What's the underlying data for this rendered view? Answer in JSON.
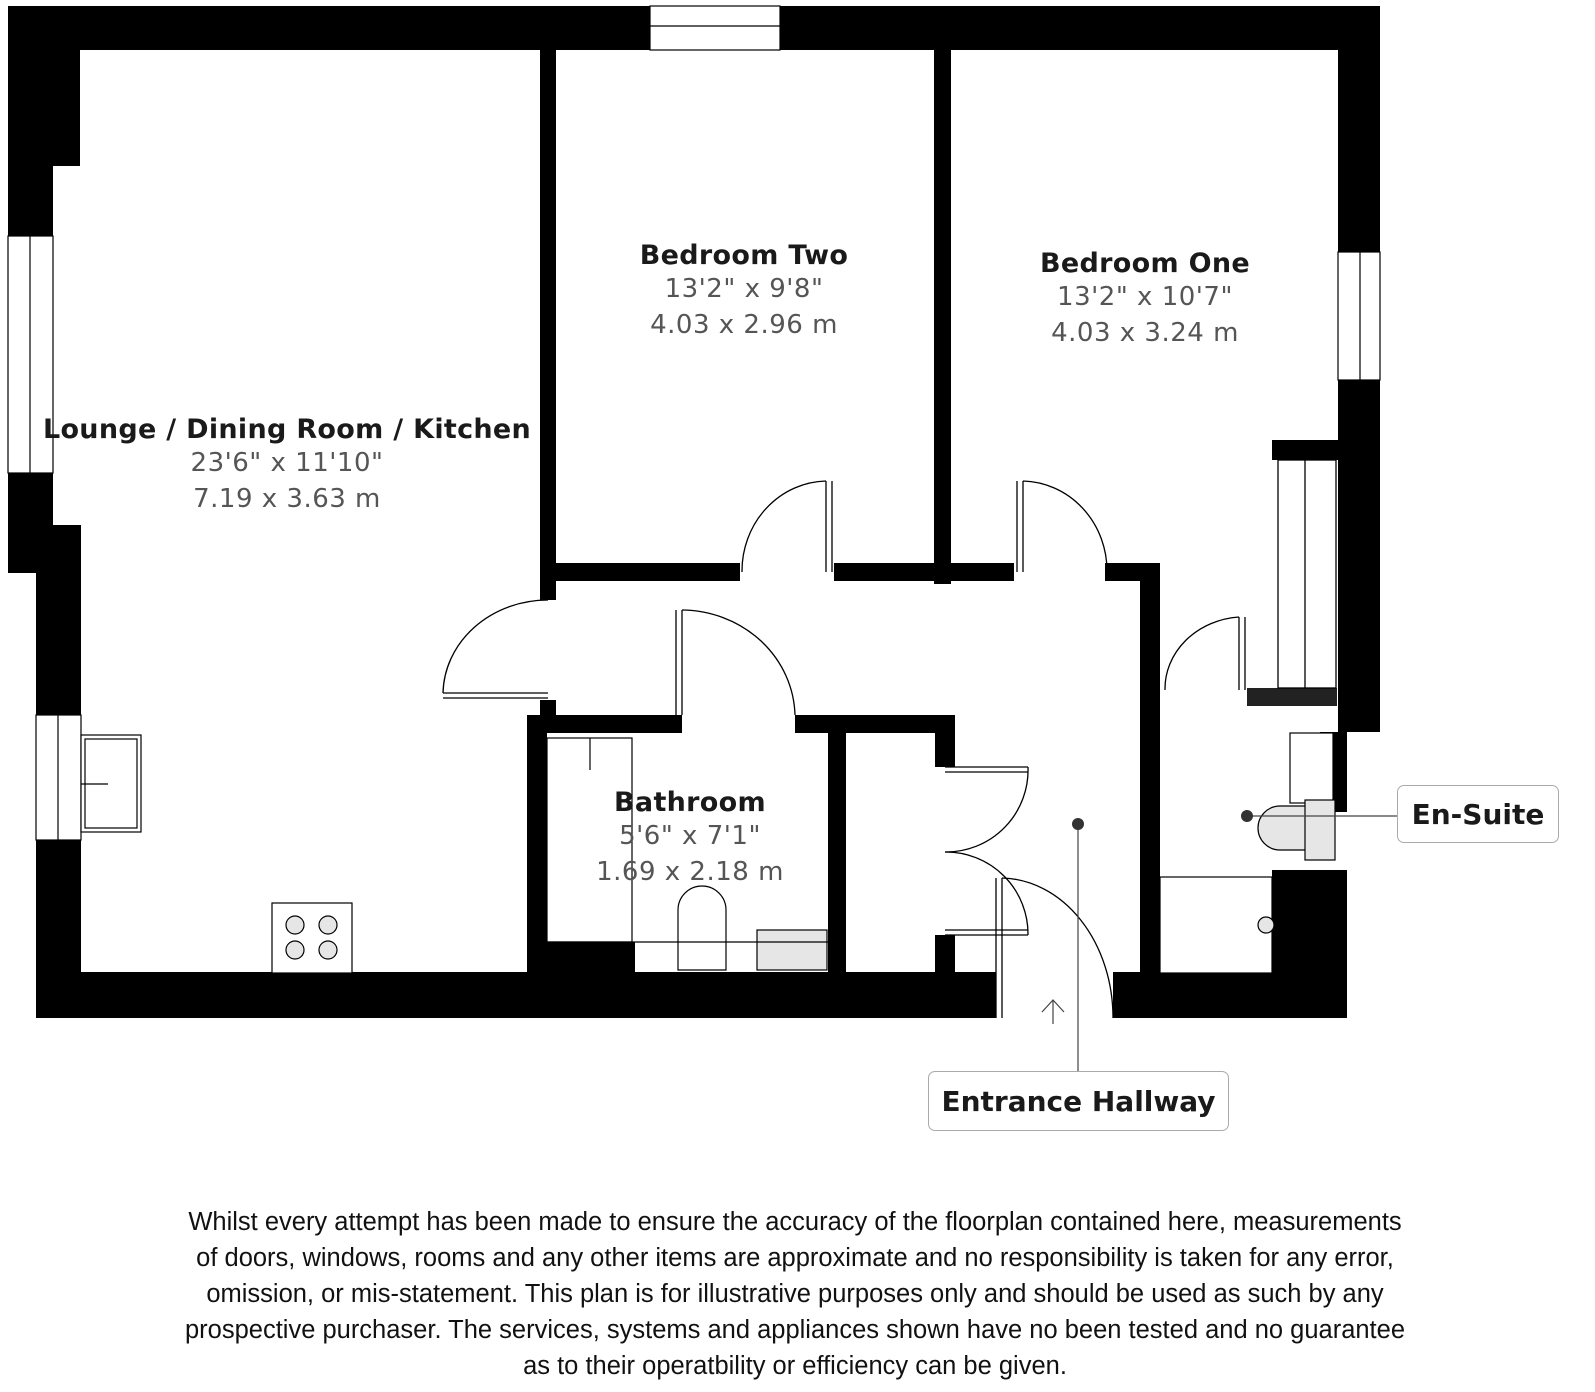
{
  "rooms": [
    {
      "id": "lounge",
      "name": "Lounge / Dining Room / Kitchen",
      "dim_imperial": "23'6\" x 11'10\"",
      "dim_metric": "7.19 x 3.63 m"
    },
    {
      "id": "bedroom_two",
      "name": "Bedroom Two",
      "dim_imperial": "13'2\" x 9'8\"",
      "dim_metric": "4.03 x 2.96 m"
    },
    {
      "id": "bedroom_one",
      "name": "Bedroom One",
      "dim_imperial": "13'2\" x 10'7\"",
      "dim_metric": "4.03 x 3.24 m"
    },
    {
      "id": "bathroom",
      "name": "Bathroom",
      "dim_imperial": "5'6\" x 7'1\"",
      "dim_metric": "1.69 x 2.18 m"
    }
  ],
  "callouts": {
    "en_suite": "En-Suite",
    "entrance_hallway": "Entrance Hallway"
  },
  "disclaimer": {
    "lines": [
      "Whilst every attempt has been made to ensure the accuracy of the floorplan contained here, measurements",
      "of doors, windows, rooms and any other items are approximate and no responsibility is taken for any error,",
      "omission, or mis-statement. This plan is for illustrative purposes only and should be used as such by any",
      "prospective purchaser. The services, systems and appliances shown have no been tested and no guarantee",
      "as to their operatbility or efficiency can be given."
    ]
  },
  "colors": {
    "wall": "#000000",
    "fixture_fill": "#e6e6e6",
    "callout_border": "#aaaaaa"
  }
}
